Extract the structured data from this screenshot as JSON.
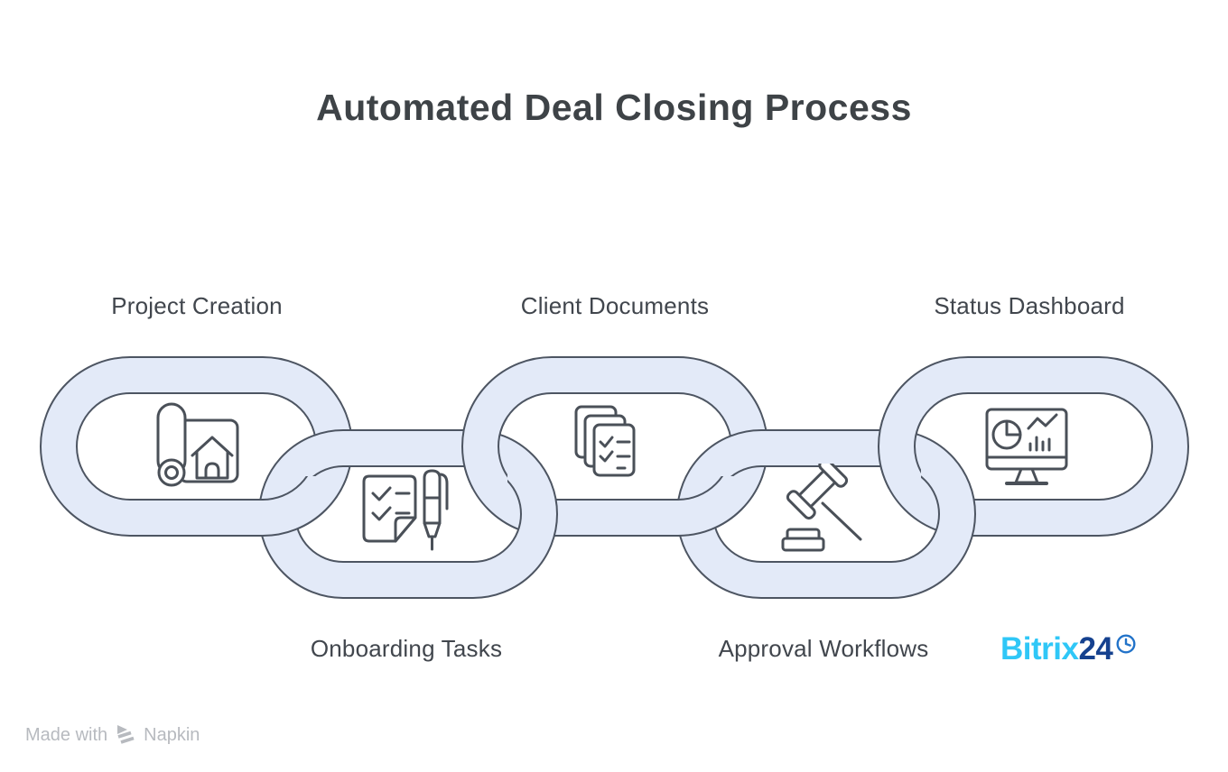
{
  "title": "Automated Deal Closing Process",
  "steps": [
    {
      "label": "Project Creation",
      "icon": "blueprint-house-icon",
      "position": "top"
    },
    {
      "label": "Onboarding Tasks",
      "icon": "checklist-pen-icon",
      "position": "bottom"
    },
    {
      "label": "Client Documents",
      "icon": "stacked-documents-icon",
      "position": "top"
    },
    {
      "label": "Approval Workflows",
      "icon": "gavel-icon",
      "position": "bottom"
    },
    {
      "label": "Status Dashboard",
      "icon": "dashboard-monitor-icon",
      "position": "top"
    }
  ],
  "branding": {
    "logo_text_primary": "Bitrix",
    "logo_text_secondary": "24",
    "logo_icon": "clock-icon"
  },
  "watermark": {
    "text_prefix": "Made with",
    "logo_icon": "napkin-logo-icon",
    "text_suffix": "Napkin"
  },
  "colors": {
    "bg": "#ffffff",
    "title-color": "#3e4347",
    "label-color": "#41464d",
    "chain-fill": "#e3eaf8",
    "chain-stroke": "#4d5562",
    "icon-stroke": "#4a5058",
    "bitrix-light": "#2fc7f7",
    "bitrix-dark": "#15418f",
    "bitrix-clock": "#2273c9",
    "watermark-color": "#b7babf"
  }
}
